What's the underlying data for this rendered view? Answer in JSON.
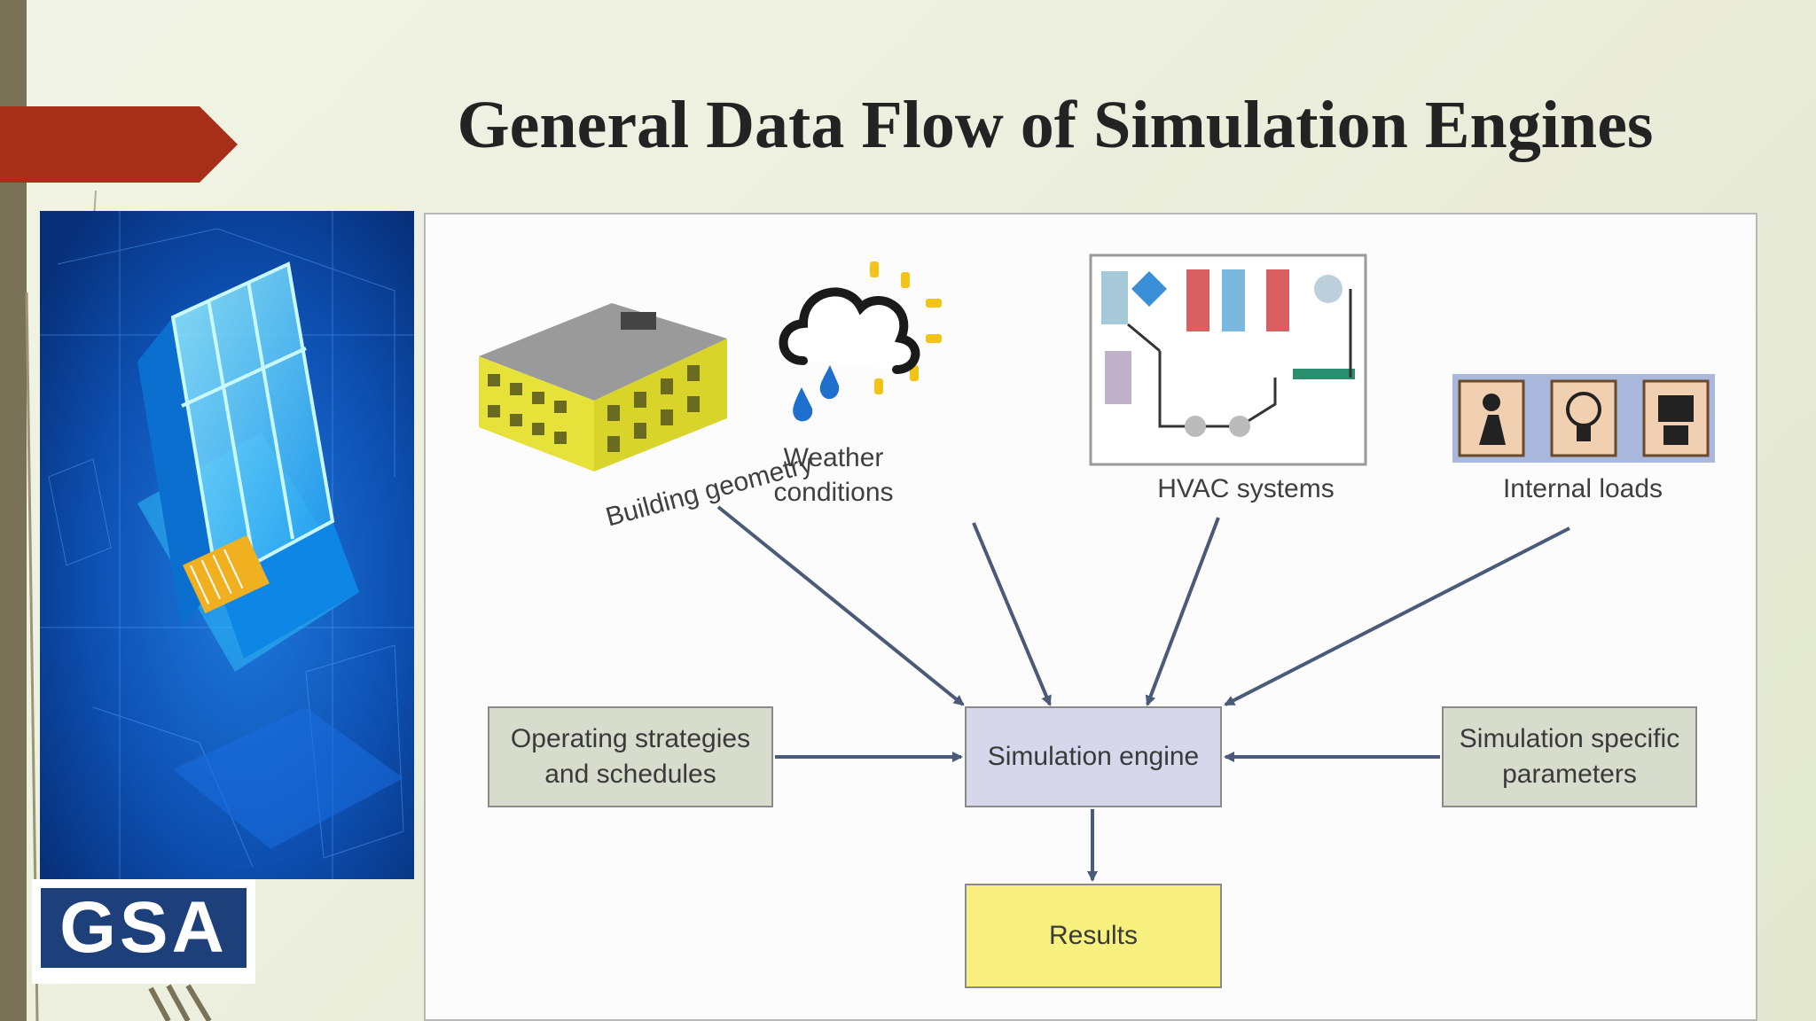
{
  "slide": {
    "title": "General Data Flow of Simulation Engines",
    "logo_text": "GSA"
  },
  "diagram": {
    "inputs": [
      {
        "label": "Building geometry",
        "icon": "building-icon"
      },
      {
        "label": "Weather\nconditions",
        "icon": "weather-icon"
      },
      {
        "label": "HVAC systems",
        "icon": "hvac-schematic-icon"
      },
      {
        "label": "Internal loads",
        "icon": "internal-loads-icon"
      }
    ],
    "operating": "Operating strategies\nand schedules",
    "engine": "Simulation engine",
    "params": "Simulation specific\nparameters",
    "results": "Results"
  },
  "colors": {
    "accent_red": "#a8301a",
    "left_bar": "#7a7256",
    "engine_box": "#d6d7ea",
    "side_boxes": "#d8dccc",
    "results_box": "#f7f07e",
    "arrow": "#4a5a78",
    "logo_blue": "#1d3f7a"
  }
}
